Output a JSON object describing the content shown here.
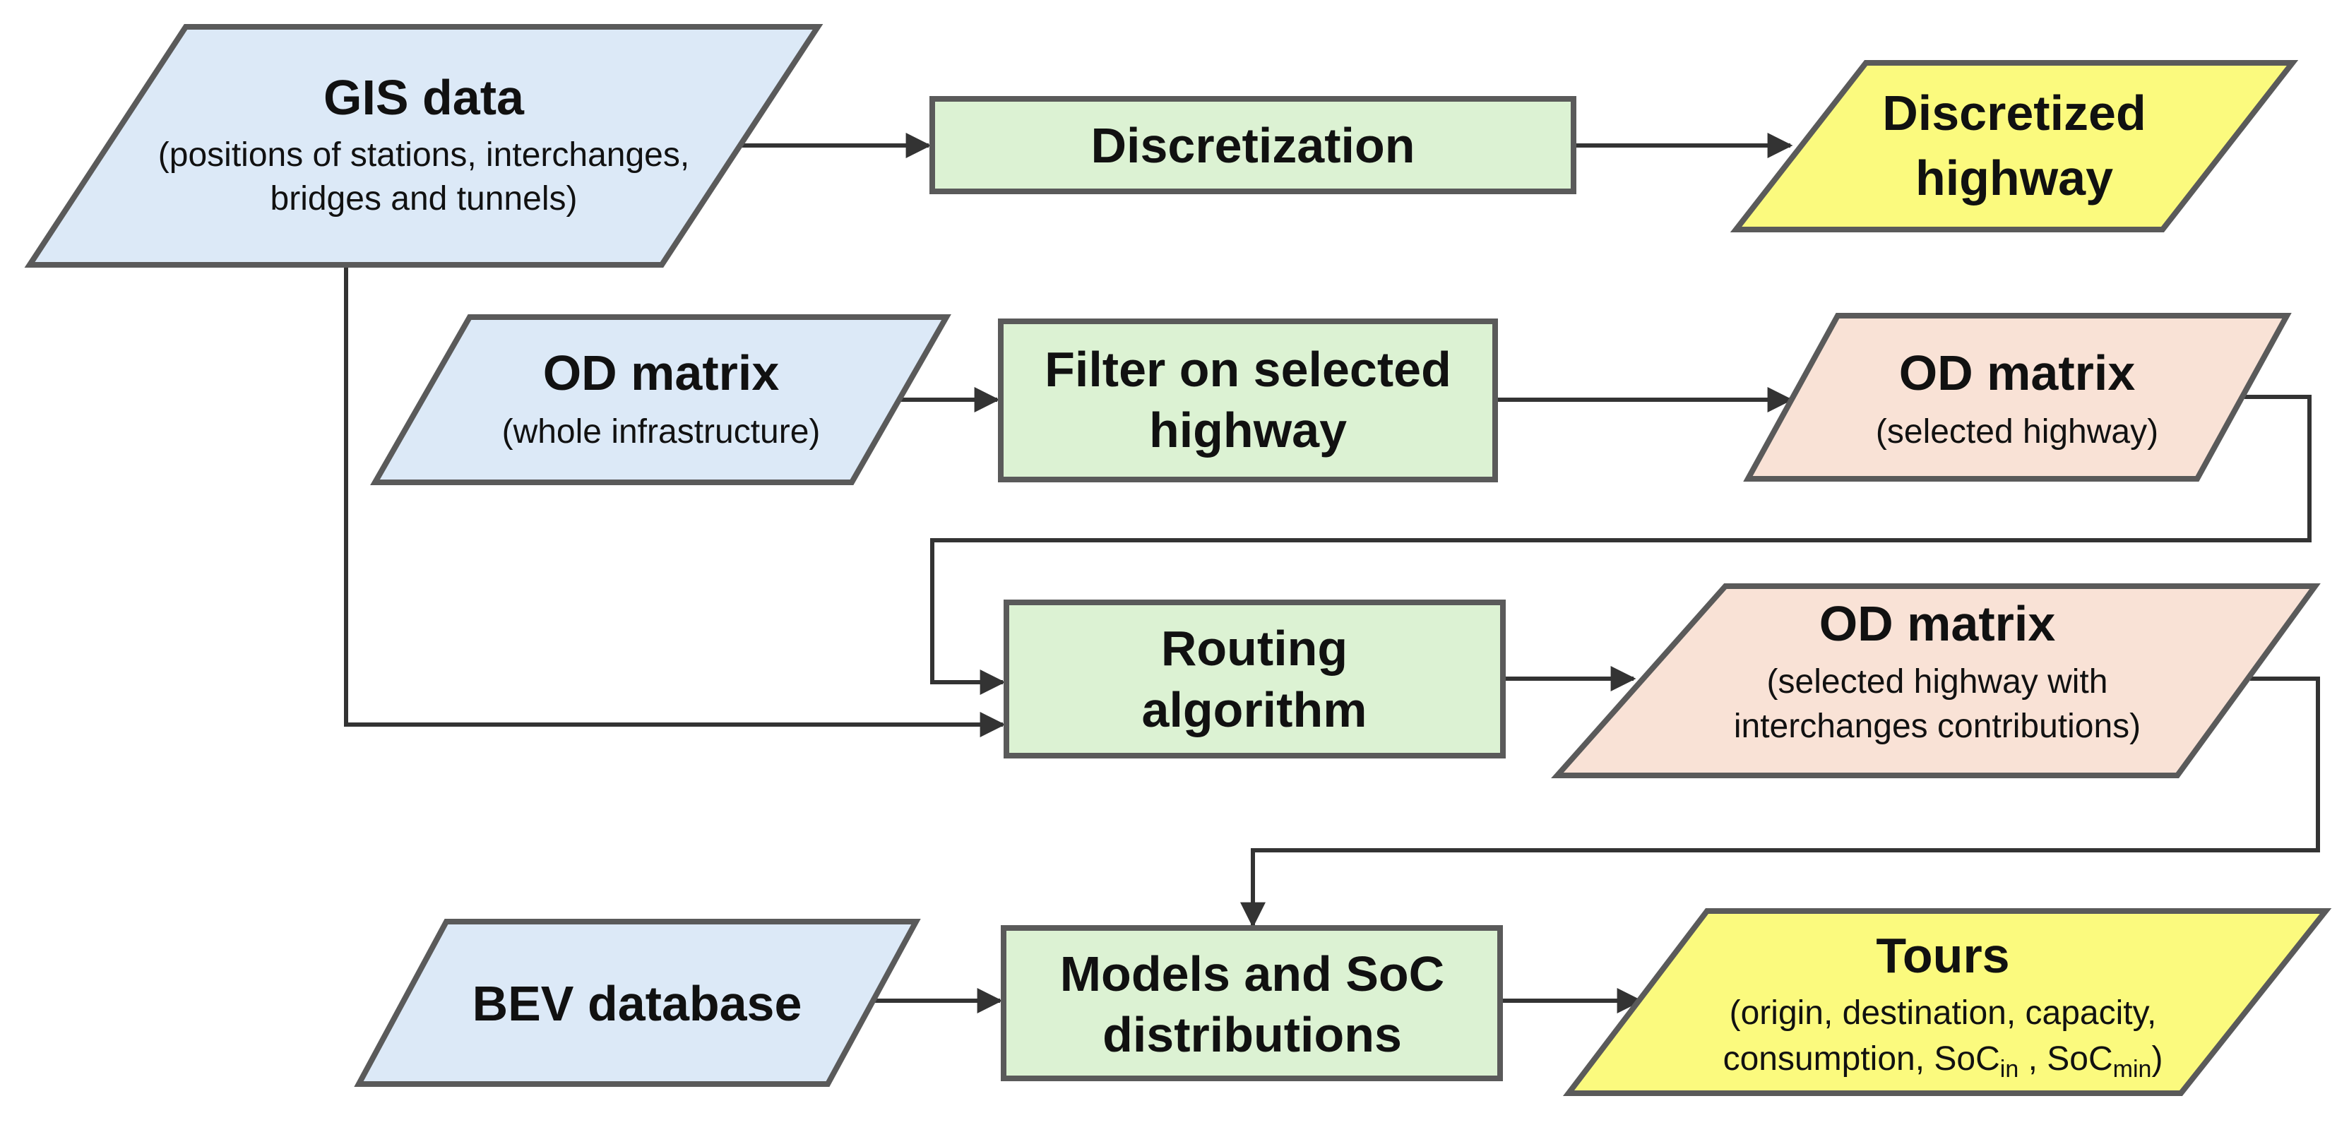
{
  "colors": {
    "input_fill": "#dce9f7",
    "process_fill": "#dcf2d3",
    "intermediate_fill": "#f9e2d6",
    "output_fill": "#fbfa7e",
    "border": "#5a5a5a",
    "arrow": "#333333"
  },
  "nodes": {
    "gis": {
      "title": "GIS data",
      "line1": "(positions of stations, interchanges,",
      "line2": "bridges and tunnels)"
    },
    "discretization": {
      "title": "Discretization"
    },
    "discretized": {
      "line1": "Discretized",
      "line2": "highway"
    },
    "od_whole": {
      "title": "OD matrix",
      "sub": "(whole infrastructure)"
    },
    "filter": {
      "line1": "Filter on selected",
      "line2": "highway"
    },
    "od_selected": {
      "title": "OD matrix",
      "sub": "(selected highway)"
    },
    "routing": {
      "line1": "Routing",
      "line2": "algorithm"
    },
    "od_interchanges": {
      "title": "OD matrix",
      "line1": "(selected highway with",
      "line2": "interchanges contributions)"
    },
    "bev": {
      "title": "BEV database"
    },
    "models": {
      "line1": "Models and SoC",
      "line2": "distributions"
    },
    "tours": {
      "title": "Tours",
      "line1": "(origin, destination, capacity,",
      "line2_prefix": "consumption, SoC",
      "sub_in": "in",
      "line2_mid": " , SoC",
      "sub_min": "min",
      "line2_suffix": ")"
    }
  }
}
